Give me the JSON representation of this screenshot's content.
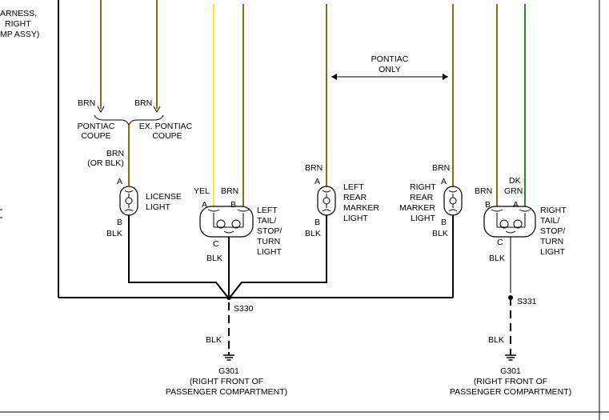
{
  "colors": {
    "brn": "#8a6d14",
    "yel": "#f2ef1a",
    "grn": "#2a8a2a",
    "blk": "#000000",
    "gray": "#777777"
  },
  "top_left_note": {
    "line1": "ARNESS,",
    "line2": "RIGHT",
    "line3": "MP ASSY)"
  },
  "brn_left": "BRN",
  "brn_right": "BRN",
  "pontiac_coupe": [
    "PONTIAC",
    "COUPE"
  ],
  "ex_pontiac_coupe": [
    "EX. PONTIAC",
    "COUPE"
  ],
  "brn_or_blk": [
    "BRN",
    "(OR BLK)"
  ],
  "pontiac_only": [
    "PONTIAC",
    "ONLY"
  ],
  "license_light": {
    "pin_a": "A",
    "pin_b": "B",
    "label": [
      "LICENSE",
      "LIGHT"
    ],
    "ground_wire": "BLK"
  },
  "left_tail": {
    "wire_a": "YEL",
    "wire_b": "BRN",
    "pin_a": "A",
    "pin_b": "B",
    "pin_c": "C",
    "label": [
      "LEFT",
      "TAIL/",
      "STOP/",
      "TURN",
      "LIGHT"
    ],
    "ground_wire": "BLK"
  },
  "left_rear_marker": {
    "wire": "BRN",
    "pin_a": "A",
    "pin_b": "B",
    "label": [
      "LEFT",
      "REAR",
      "MARKER",
      "LIGHT"
    ],
    "ground_wire": "BLK"
  },
  "right_rear_marker": {
    "wire": "BRN",
    "pin_a": "A",
    "pin_b": "B",
    "label": [
      "RIGHT",
      "REAR",
      "MARKER",
      "LIGHT"
    ],
    "ground_wire": "BLK"
  },
  "right_tail": {
    "wire_b": "BRN",
    "wire_a": [
      "DK",
      "GRN"
    ],
    "pin_a": "A",
    "pin_b": "B",
    "pin_c": "C",
    "label": [
      "RIGHT",
      "TAIL/",
      "STOP/",
      "TURN",
      "LIGHT"
    ],
    "ground_wire": "BLK"
  },
  "splice_left": "S330",
  "splice_right": "S331",
  "ground_left": {
    "wire": "BLK",
    "name": "G301",
    "location": [
      "(RIGHT FRONT OF",
      "PASSENGER COMPARTMENT)"
    ]
  },
  "ground_right": {
    "wire": "BLK",
    "name": "G301",
    "location": [
      "(RIGHT FRONT OF",
      "PASSENGER COMPARTMENT)"
    ]
  }
}
